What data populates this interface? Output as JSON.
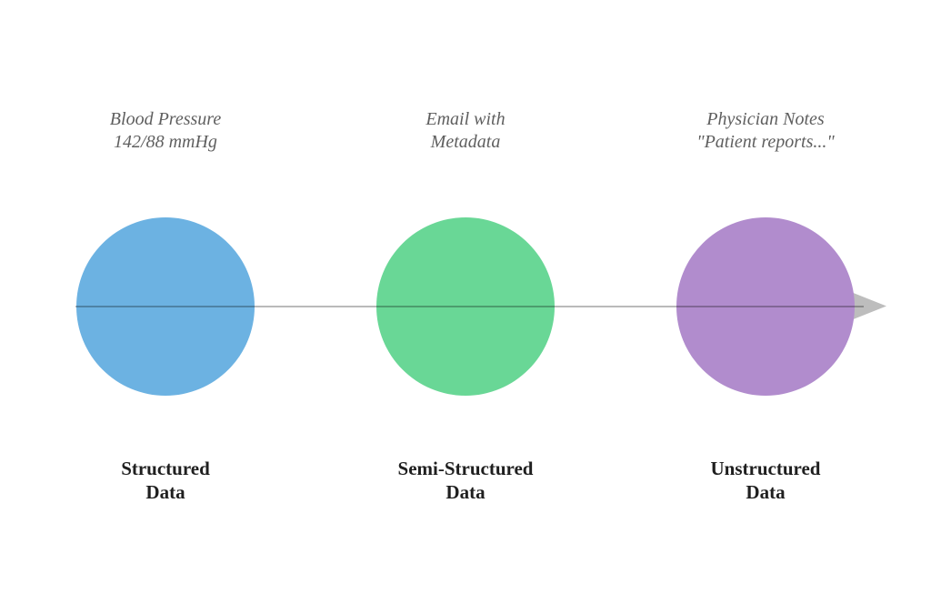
{
  "canvas": {
    "background": "#ffffff"
  },
  "spectrum": {
    "axis": {
      "line_color": "rgba(0,0,0,0.27)",
      "arrow_color": "#bdbdbd"
    },
    "text_colors": {
      "example": "#5f5f5f",
      "label": "#1f1f1f"
    },
    "stages": [
      {
        "example": [
          "Blood Pressure",
          "142/88 mmHg"
        ],
        "label": [
          "Structured",
          "Data"
        ],
        "circle_color": "#6cb2e2"
      },
      {
        "example": [
          "Email with",
          "Metadata"
        ],
        "label": [
          "Semi-Structured",
          "Data"
        ],
        "circle_color": "#69d796"
      },
      {
        "example": [
          "Physician Notes",
          "\"Patient reports...\""
        ],
        "label": [
          "Unstructured",
          "Data"
        ],
        "circle_color": "#b18ccd"
      }
    ]
  }
}
